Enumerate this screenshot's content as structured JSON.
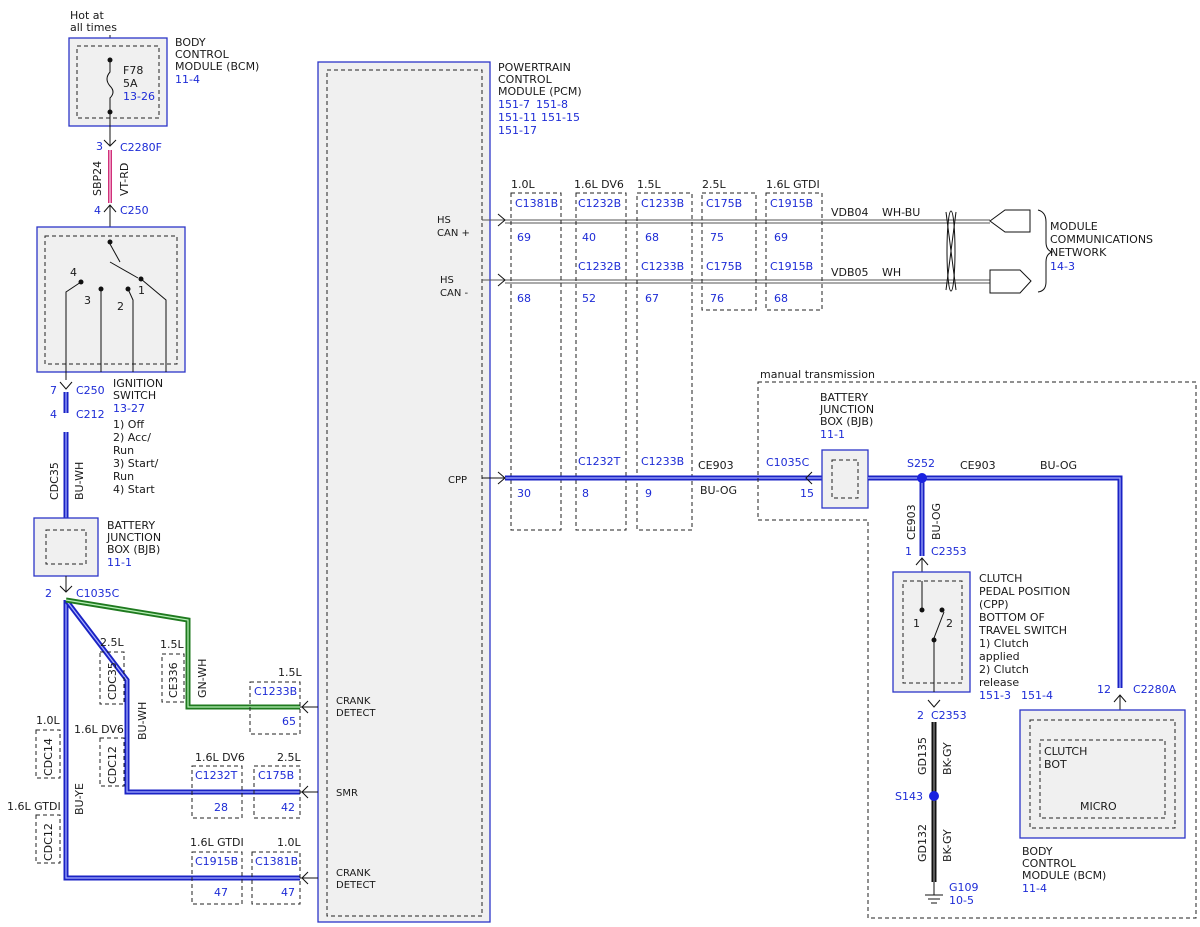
{
  "top": {
    "hot_l1": "Hot at",
    "hot_l2": "all times"
  },
  "bcm_top": {
    "l1": "BODY",
    "l2": "CONTROL",
    "l3": "MODULE (BCM)",
    "ref": "11-4",
    "fuse": "F78",
    "amps": "5A",
    "fuse_ref": "13-26"
  },
  "pin3": "3",
  "c2280f": "C2280F",
  "sbp24": "SBP24",
  "vtrd": "VT-RD",
  "pin4": "4",
  "c250": "C250",
  "ign": {
    "l1": "IGNITION",
    "l2": "SWITCH",
    "ref": "13-27",
    "o1": "1) Off",
    "o2": "2) Acc/",
    "o3": "Run",
    "o4": "3) Start/",
    "o5": "Run",
    "o6": "4) Start",
    "p4": "4",
    "p3": "3",
    "p2": "2",
    "p1": "1"
  },
  "pin7": "7",
  "c250b": "C250",
  "pin4b": "4",
  "c212": "C212",
  "cdc35": "CDC35",
  "buwh": "BU-WH",
  "bjb_left": {
    "l1": "BATTERY",
    "l2": "JUNCTION",
    "l3": "BOX (BJB)",
    "ref": "11-1"
  },
  "pin2": "2",
  "c1035c": "C1035C",
  "left_variants": {
    "v25": "2.5L",
    "cdc35b": "CDC35",
    "v15": "1.5L",
    "ce336": "CE336",
    "gnwh": "GN-WH",
    "v10": "1.0L",
    "cdc14": "CDC14",
    "v16dv6": "1.6L DV6",
    "cdc12": "CDC12",
    "buwh2": "BU-WH",
    "v16gtdi": "1.6L GTDI",
    "cdc12b": "CDC12",
    "buye": "BU-YE"
  },
  "bottom_conn": {
    "v15": "1.5L",
    "c1233b": "C1233B",
    "p65": "65",
    "v16dv6": "1.6L DV6",
    "c1232t": "C1232T",
    "p28": "28",
    "v25": "2.5L",
    "c175b": "C175B",
    "p42": "42",
    "v16gtdi": "1.6L GTDI",
    "c1915b": "C1915B",
    "p47a": "47",
    "v10": "1.0L",
    "c1381b": "C1381B",
    "p47b": "47"
  },
  "pcm_inputs": {
    "crank1_l1": "CRANK",
    "crank1_l2": "DETECT",
    "smr": "SMR",
    "crank2_l1": "CRANK",
    "crank2_l2": "DETECT",
    "hscanp_l1": "HS",
    "hscanp_l2": "CAN +",
    "hscanm_l1": "HS",
    "hscanm_l2": "CAN -",
    "cpp": "CPP"
  },
  "pcm": {
    "l1": "POWERTRAIN",
    "l2": "CONTROL",
    "l3": "MODULE (PCM)",
    "r1": "151-7",
    "r2": "151-8",
    "r3": "151-11",
    "r4": "151-15",
    "r5": "151-17"
  },
  "can_cols": [
    {
      "var": "1.0L",
      "c1": "C1381B",
      "pa": "69",
      "pb": "68",
      "pc": "30"
    },
    {
      "var": "1.6L DV6",
      "c1": "C1232B",
      "c2": "C1232B",
      "c3": "C1232T",
      "pa": "40",
      "pb": "52",
      "pc": "8"
    },
    {
      "var": "1.5L",
      "c1": "C1233B",
      "c2": "C1233B",
      "c3": "C1233B",
      "pa": "68",
      "pb": "67",
      "pc": "9"
    },
    {
      "var": "2.5L",
      "c1": "C175B",
      "c2": "C175B",
      "pa": "75",
      "pb": "76"
    },
    {
      "var": "1.6L GTDI",
      "c1": "C1915B",
      "c2": "C1915B",
      "pa": "69",
      "pb": "68"
    }
  ],
  "vdb": {
    "vdb04": "VDB04",
    "wh_bu": "WH-BU",
    "vdb05": "VDB05",
    "wh": "WH"
  },
  "mcn": {
    "l1": "MODULE",
    "l2": "COMMUNICATIONS",
    "l3": "NETWORK",
    "ref": "14-3"
  },
  "cpp_wire": {
    "ce903": "CE903",
    "buog": "BU-OG",
    "c1035c": "C1035C",
    "p15": "15"
  },
  "mt": {
    "label": "manual transmission"
  },
  "bjb_right": {
    "l1": "BATTERY",
    "l2": "JUNCTION",
    "l3": "BOX (BJB)",
    "ref": "11-1"
  },
  "s252": "S252",
  "ce903b": "CE903",
  "buogb": "BU-OG",
  "ce903v": "CE903",
  "buogv": "BU-OG",
  "c2353a": {
    "pin": "1",
    "c": "C2353"
  },
  "cppsw": {
    "l1": "CLUTCH",
    "l2": "PEDAL POSITION",
    "l3": "(CPP)",
    "l4": "BOTTOM OF",
    "l5": "TRAVEL SWITCH",
    "o1": "1) Clutch",
    "o2": "applied",
    "o3": "2) Clutch",
    "o4": "release",
    "ref1": "151-3",
    "ref2": "151-4",
    "p1": "1",
    "p2": "2"
  },
  "c2353b": {
    "pin": "2",
    "c": "C2353"
  },
  "gd135": "GD135",
  "bkgy": "BK-GY",
  "s143": "S143",
  "gd132": "GD132",
  "bkgy2": "BK-GY",
  "g109": "G109",
  "g109ref": "10-5",
  "bcm_right": {
    "pin": "12",
    "c": "C2280A",
    "clutch": "CLUTCH",
    "bot": "BOT",
    "micro": "MICRO",
    "l1": "BODY",
    "l2": "CONTROL",
    "l3": "MODULE (BCM)",
    "ref": "11-4"
  }
}
